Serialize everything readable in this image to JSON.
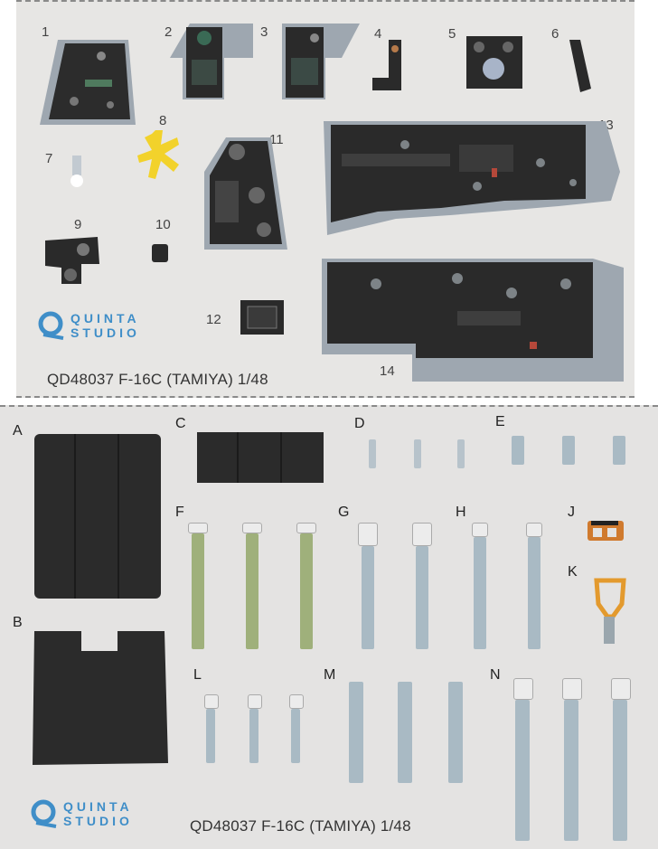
{
  "top_sheet": {
    "part_numbers": [
      "1",
      "2",
      "3",
      "4",
      "5",
      "6",
      "7",
      "8",
      "9",
      "10",
      "11",
      "12",
      "13",
      "14"
    ],
    "logo_line1": "QUINTA",
    "logo_line2": "STUDIO",
    "caption": "QD48037 F-16C (TAMIYA) 1/48"
  },
  "bottom_sheet": {
    "part_letters": [
      "A",
      "B",
      "C",
      "D",
      "E",
      "F",
      "G",
      "H",
      "J",
      "K",
      "L",
      "M",
      "N"
    ],
    "logo_line1": "QUINTA",
    "logo_line2": "STUDIO",
    "caption": "QD48037 F-16C (TAMIYA) 1/48"
  },
  "colors": {
    "sheet": "#e7e6e4",
    "panel": "#2a2a2a",
    "panel_backing": "#9ea7b0",
    "strap_blue": "#a9bac4",
    "strap_green": "#9fb07b",
    "logo_blue": "#3f8ec8",
    "handle_orange": "#e39a2e",
    "part8_yellow": "#f2d22b"
  },
  "icons": [
    "quinta-studio-logo-icon"
  ]
}
